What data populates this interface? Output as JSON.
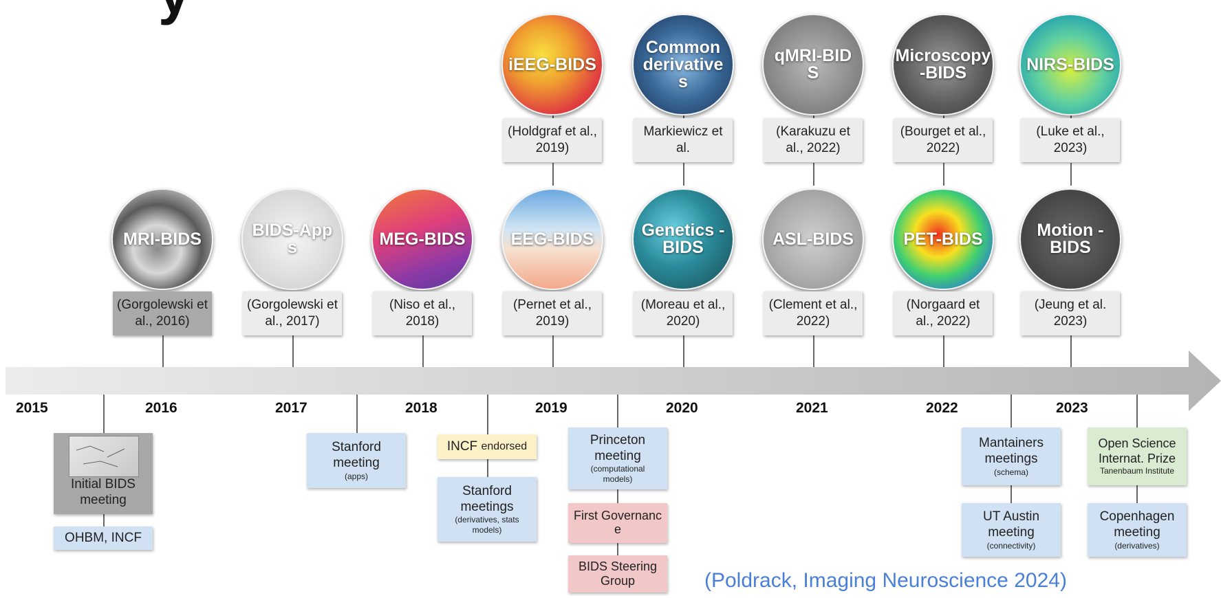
{
  "title_fragment": "y",
  "modalities": [
    {
      "id": "mri",
      "label": "MRI-BIDS",
      "ref": "(Gorgolewski et al., 2016)",
      "dark_ref": true
    },
    {
      "id": "apps",
      "label": "BIDS-App s",
      "ref": "(Gorgolewski et al., 2017)",
      "dark_ref": false
    },
    {
      "id": "meg",
      "label": "MEG-BIDS",
      "ref": "(Niso et al., 2018)",
      "dark_ref": false
    },
    {
      "id": "eeg",
      "label": "EEG-BIDS",
      "ref": "(Pernet et al., 2019)",
      "dark_ref": false
    },
    {
      "id": "ieeg",
      "label": "iEEG-BIDS",
      "ref": "(Holdgraf et al., 2019)",
      "dark_ref": false
    },
    {
      "id": "genetics",
      "label": "Genetics -BIDS",
      "ref": "(Moreau et al., 2020)",
      "dark_ref": false
    },
    {
      "id": "common",
      "label": "Common derivative s",
      "ref": "Markiewicz et al.",
      "dark_ref": false
    },
    {
      "id": "asl",
      "label": "ASL-BIDS",
      "ref": "(Clement et al., 2022)",
      "dark_ref": false
    },
    {
      "id": "qmri",
      "label": "qMRI-BID S",
      "ref": "(Karakuzu et al., 2022)",
      "dark_ref": false
    },
    {
      "id": "pet",
      "label": "PET-BIDS",
      "ref": "(Norgaard et al., 2022)",
      "dark_ref": false
    },
    {
      "id": "microscopy",
      "label": "Microscopy -BIDS",
      "ref": "(Bourget et al., 2022)",
      "dark_ref": false
    },
    {
      "id": "motion",
      "label": "Motion -BIDS",
      "ref": "(Jeung et al. 2023)",
      "dark_ref": false
    },
    {
      "id": "nirs",
      "label": "NIRS-BIDS",
      "ref": "(Luke et al., 2023)",
      "dark_ref": false
    }
  ],
  "years": [
    "2015",
    "2016",
    "2017",
    "2018",
    "2019",
    "2020",
    "2021",
    "2022",
    "2023"
  ],
  "events": {
    "initial_bids": "Initial BIDS meeting",
    "ohbm_incf": "OHBM, INCF",
    "stanford_apps": {
      "title": "Stanford meeting",
      "sub": "(apps)"
    },
    "incf_endorsed": {
      "title": "INCF",
      "suffix": "endorsed"
    },
    "stanford_meetings": {
      "title": "Stanford meetings",
      "sub": "(derivatives, stats models)"
    },
    "princeton": {
      "title": "Princeton meeting",
      "sub": "(computational models)"
    },
    "first_governance": "First Governanc e",
    "steering_group": "BIDS Steering Group",
    "mantainers": {
      "title": "Mantainers meetings",
      "sub": "(schema)"
    },
    "ut_austin": {
      "title": "UT Austin meeting",
      "sub": "(connectivity)"
    },
    "open_science": {
      "title": "Open Science Internat. Prize",
      "sub": "Tanenbaum Institute"
    },
    "copenhagen": {
      "title": "Copenhagen meeting",
      "sub": "(derivatives)"
    }
  },
  "citation": "(Poldrack, Imaging Neuroscience 2024)",
  "colors": {
    "event_blue": "#cfe1f2",
    "event_yellow": "#fdf1c7",
    "event_pink": "#f2c7c7",
    "event_green": "#d9ebd0",
    "citation_blue": "#4a7fd6"
  }
}
